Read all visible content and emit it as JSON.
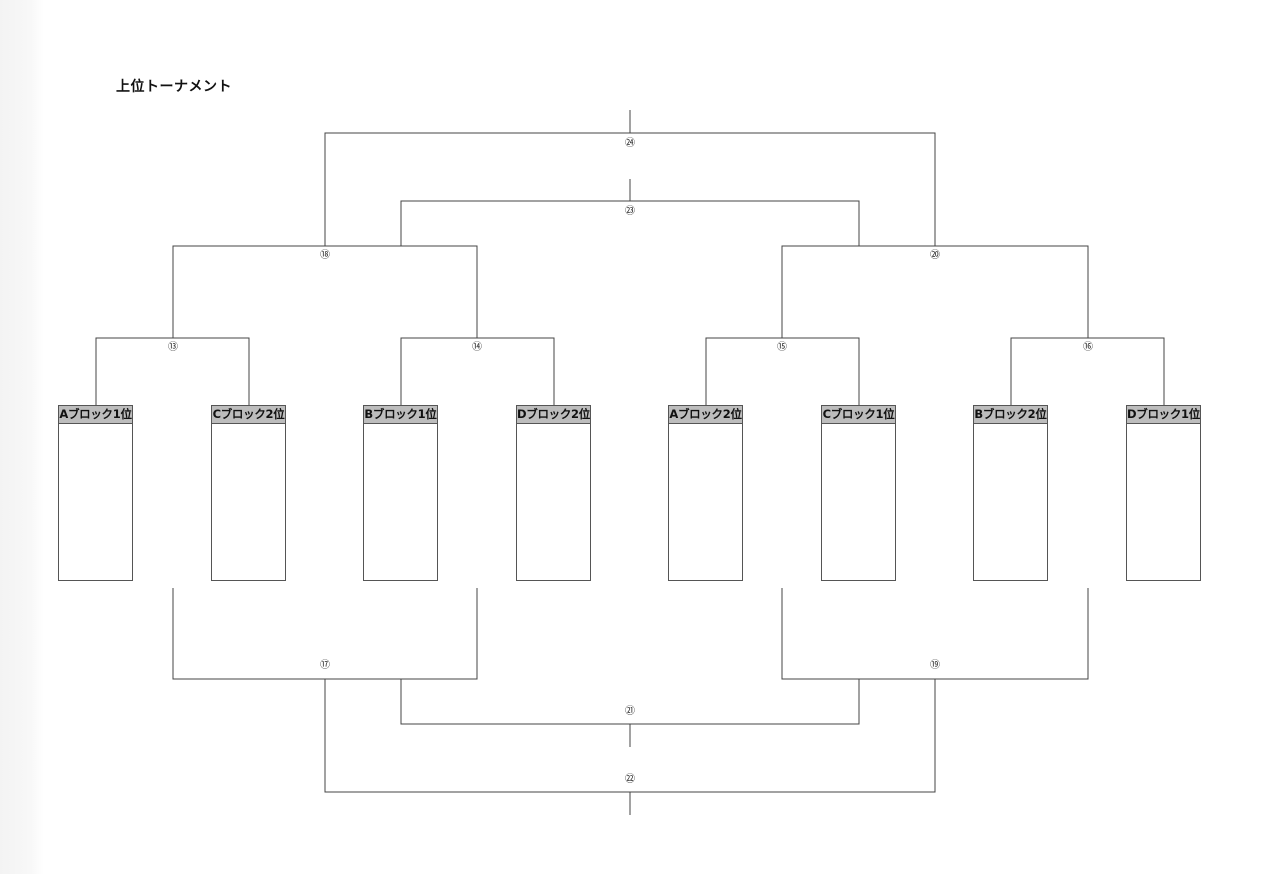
{
  "title": "上位トーナメント",
  "teams": [
    {
      "label": "Aブロック1位"
    },
    {
      "label": "Cブロック2位"
    },
    {
      "label": "Bブロック1位"
    },
    {
      "label": "Dブロック2位"
    },
    {
      "label": "Aブロック2位"
    },
    {
      "label": "Cブロック1位"
    },
    {
      "label": "Bブロック2位"
    },
    {
      "label": "Dブロック1位"
    }
  ],
  "matches": {
    "m13": "⑬",
    "m14": "⑭",
    "m15": "⑮",
    "m16": "⑯",
    "m17": "⑰",
    "m18": "⑱",
    "m19": "⑲",
    "m20": "⑳",
    "m21": "㉑",
    "m22": "㉒",
    "m23": "㉓",
    "m24": "㉔"
  }
}
